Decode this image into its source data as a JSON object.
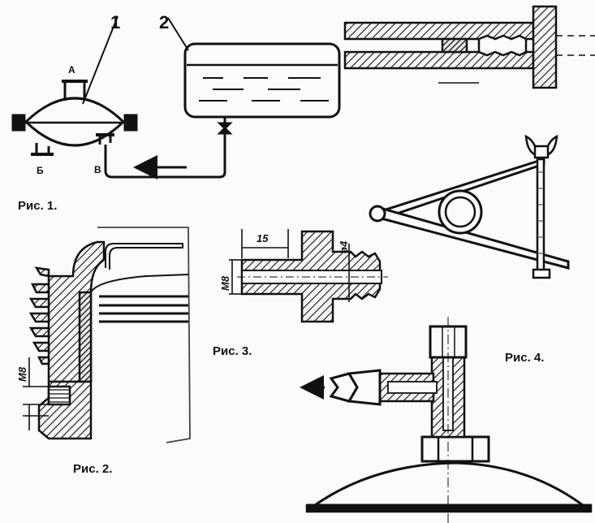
{
  "figures": {
    "fig1": {
      "caption": "Рис. 1.",
      "callouts": [
        "1",
        "2"
      ],
      "ports": [
        "А",
        "Б",
        "В"
      ]
    },
    "fig2": {
      "caption": "Рис. 2.",
      "thread": "М8"
    },
    "fig3": {
      "caption": "Рис. 3.",
      "dim_length": "15",
      "dim_diameter": "ø4",
      "thread": "М8"
    },
    "fig4": {
      "caption": "Рис. 4."
    }
  },
  "colors": {
    "ink": "#111111",
    "paper": "#fbfbfa"
  }
}
